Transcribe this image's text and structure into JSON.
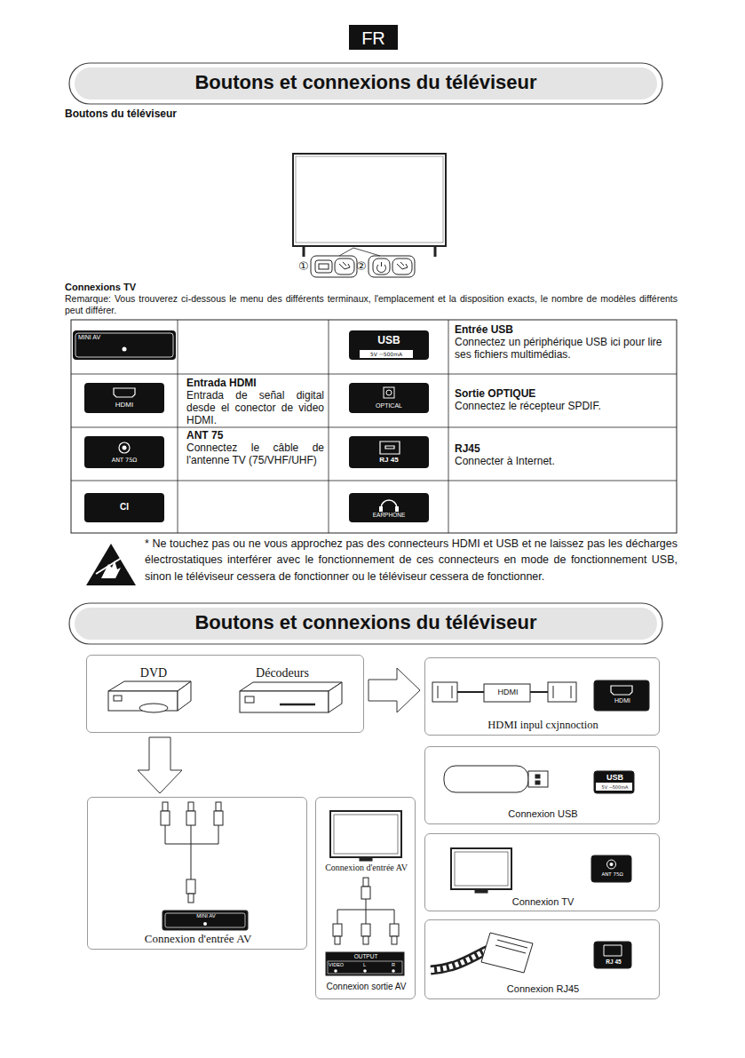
{
  "diagram": {
    "title": "Boutons et connexions du téléviseur",
    "nodes": [
      {
        "text": [
          "DVD",
          "Décodeurs"
        ]
      },
      {
        "text": [
          "HDMI",
          "HDMI",
          "HDMI inpul cxjnnoction"
        ]
      },
      {
        "text": [
          "MINI AV",
          "Connexion d'entrée AV"
        ]
      },
      {
        "text": [
          "Connexion d'entrée AV",
          "OUTPUT",
          "VIDEO",
          "L",
          "R",
          "Connexion sortie AV"
        ]
      },
      {
        "text": [
          "USB",
          "5V ⎓500mA",
          "Connexion USB"
        ]
      },
      {
        "text": [
          "ANT 75Ω",
          "Connexion TV"
        ]
      },
      {
        "text": [
          "RJ 45",
          "Connexion RJ45"
        ]
      }
    ],
    "edges": [
      {
        "from": 0,
        "to": 1,
        "arrow": "to"
      },
      {
        "from": 0,
        "to": 2,
        "arrow": "to"
      }
    ],
    "labels": [
      "FR",
      "Boutons du téléviseur",
      "①",
      "②",
      "Connexions TV",
      "Remarque: Vous trouverez ci-dessous le menu des différents terminaux, l'emplacement et la disposition exacts, le nombre de modèles différents peut différer.",
      "MINI AV",
      "Entrée USB",
      "Connectez un périphérique USB ici pour lire ses fichiers multimédias.",
      "USB",
      "5V ⎓500mA",
      "HDMI",
      "Entrada HDMI",
      "Entrada de señal digital desde el conector de video HDMI.",
      "OPTICAL",
      "Sortie OPTIQUE",
      "Connectez le récepteur SPDIF.",
      "ANT 75Ω",
      "ANT 75",
      "Connectez le câble de l'antenne TV (75/VHF/UHF)",
      "RJ 45",
      "RJ45",
      "Connecter à Internet.",
      "CI",
      "EARPHONE",
      "* Ne touchez pas ou ne vous approchez pas des connecteurs HDMI et USB et ne laissez pas les décharges électrostatiques interférer avec le fonctionnement de ces connecteurs en mode de fonctionnement USB, sinon le téléviseur cessera de fonctionner ou le téléviseur cessera de fonctionner.",
      "Boutons et connexions du téléviseur"
    ]
  }
}
